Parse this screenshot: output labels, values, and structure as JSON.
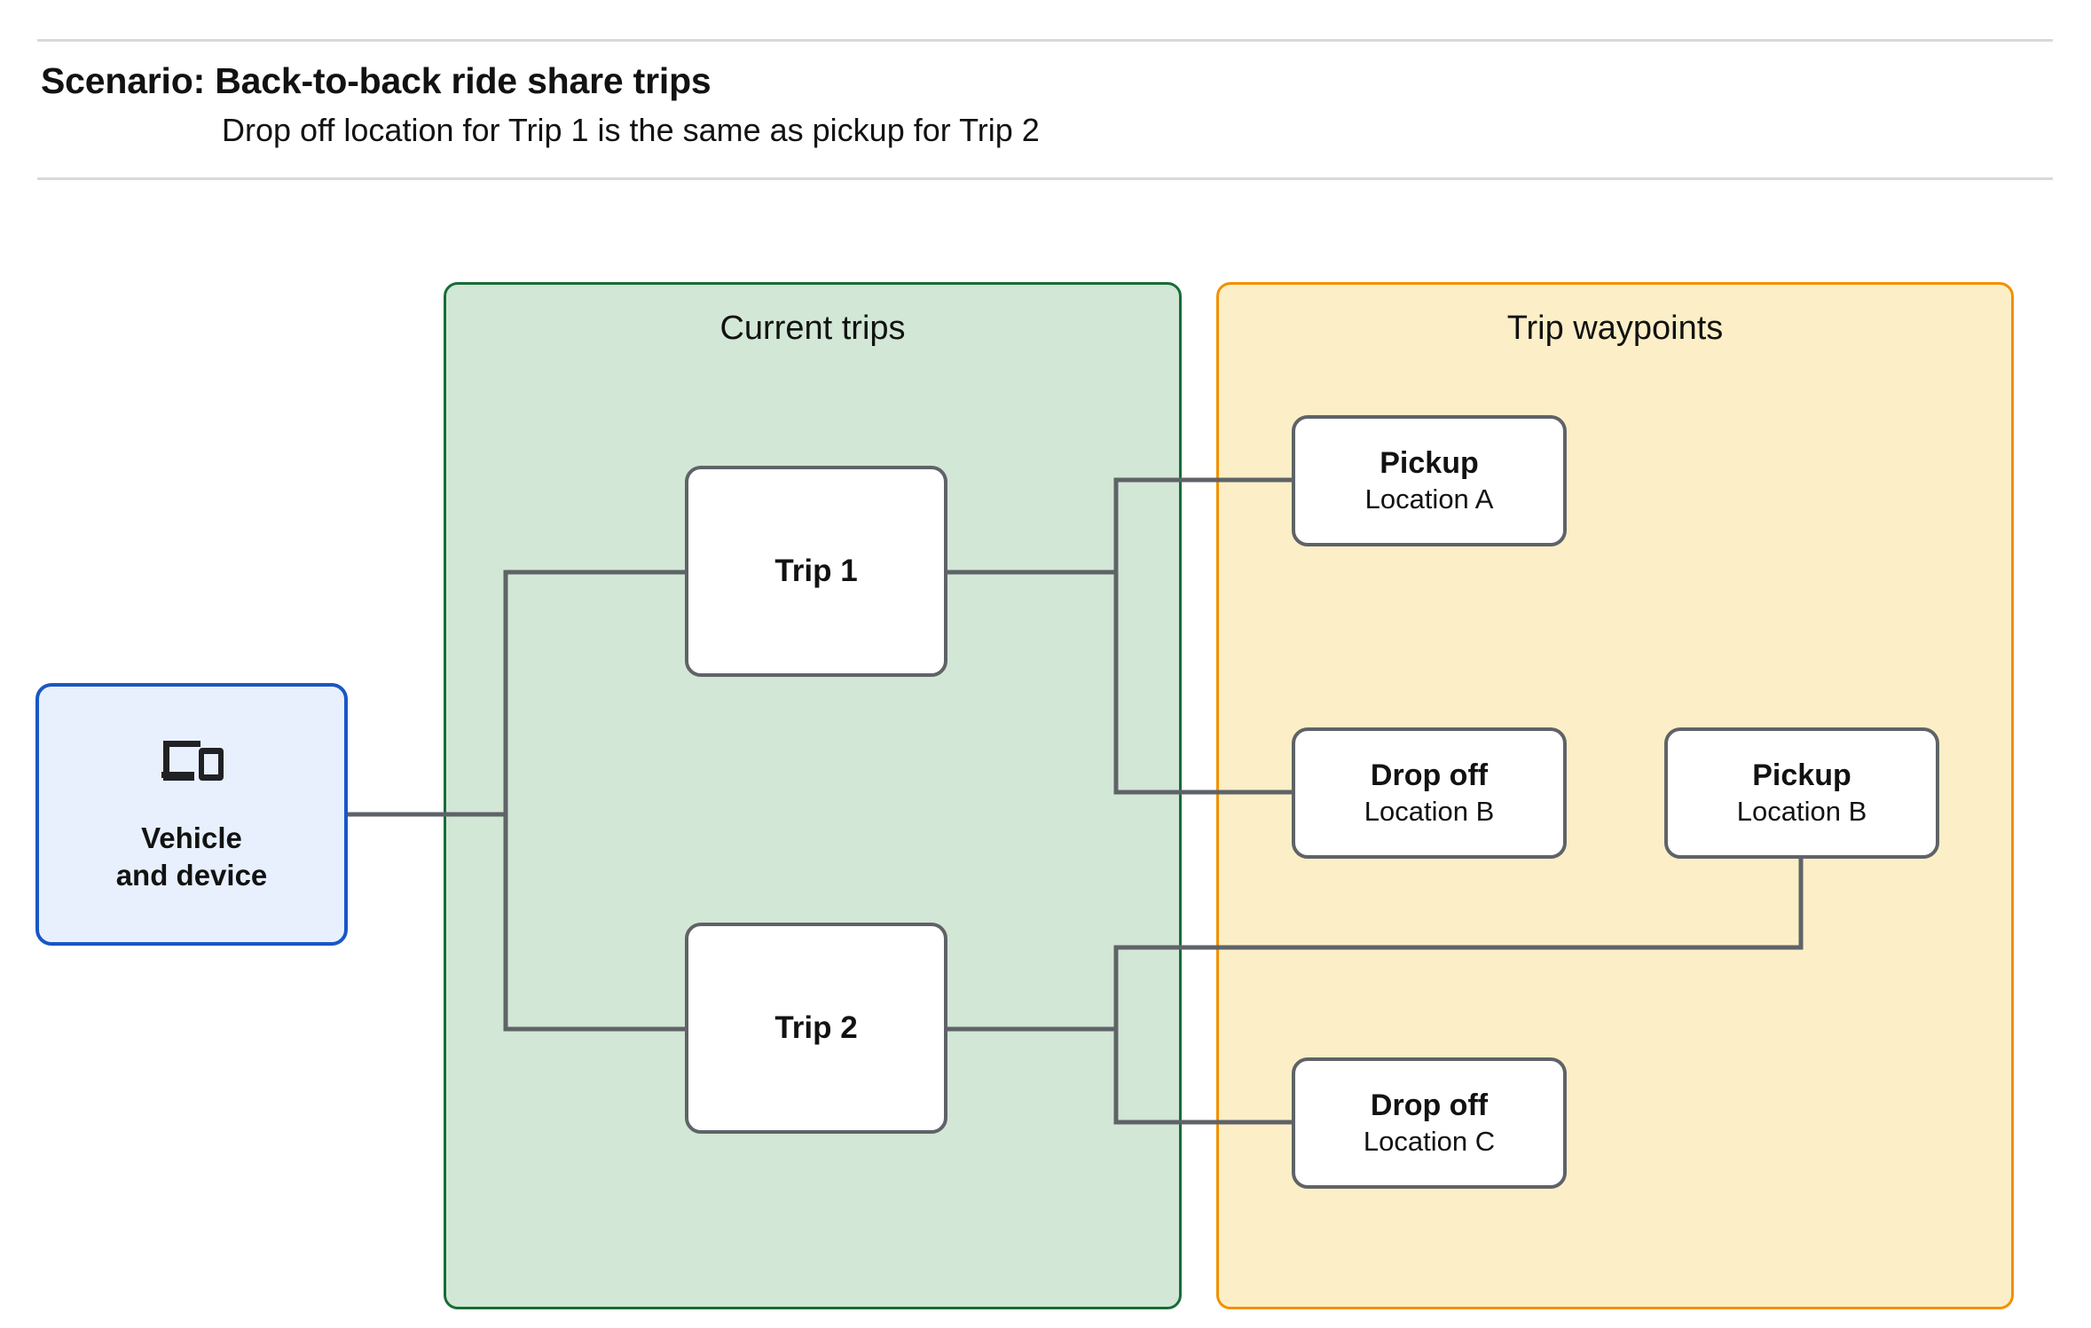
{
  "header": {
    "title": "Scenario: Back-to-back ride share trips",
    "subtitle": "Drop off  location for Trip 1 is the same as pickup for Trip 2"
  },
  "groups": {
    "current_trips": {
      "label": "Current trips",
      "fill": "#d2e7d5",
      "border": "#186c38"
    },
    "trip_waypoints": {
      "label": "Trip waypoints",
      "fill": "#fcefc7",
      "border": "#f29000"
    }
  },
  "vehicle": {
    "icon": "devices-icon",
    "label_line1": "Vehicle",
    "label_line2": "and device",
    "fill": "#e8f0fe",
    "border": "#1a56c4"
  },
  "trips": [
    {
      "label": "Trip 1"
    },
    {
      "label": "Trip 2"
    }
  ],
  "waypoints": [
    {
      "type": "Pickup",
      "location": "Location A"
    },
    {
      "type": "Drop off",
      "location": "Location B"
    },
    {
      "type": "Pickup",
      "location": "Location B"
    },
    {
      "type": "Drop off",
      "location": "Location C"
    }
  ],
  "colors": {
    "connector": "#5f6368",
    "node_border": "#5f6368",
    "divider": "#d9d9d9",
    "text": "#121212"
  }
}
